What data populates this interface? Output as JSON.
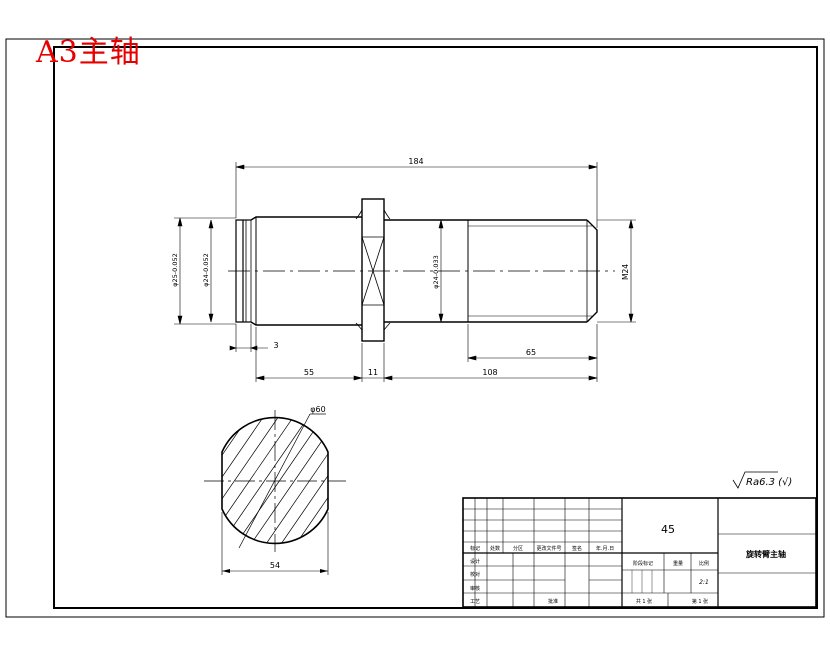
{
  "stamp": {
    "label": "A3主轴",
    "color": "#e60000"
  },
  "dimensions": {
    "overall_length": "184",
    "collar_offset": "3",
    "len_55": "55",
    "len_11": "11",
    "len_108": "108",
    "thread_length": "65",
    "dia_left_outer": "φ25-0.052",
    "dia_left_inner": "φ24-0.052",
    "dia_mid": "φ24-0.033",
    "thread": "M24",
    "section_dia": "φ60",
    "section_flat": "54"
  },
  "surface_finish": "Ra6.3 (√)",
  "title_block": {
    "material": "45",
    "part_name": "旋转臂主轴",
    "row_headers": [
      "标记",
      "处数",
      "分区",
      "更改文件号",
      "签名",
      "年.月.日"
    ],
    "left_rows": [
      "设计",
      "校对",
      "审核",
      "工艺"
    ],
    "approve": "批准",
    "stage_label": "阶段标记",
    "weight_label": "重量",
    "scale_label": "比例",
    "scale_value": "2:1",
    "sheets_total": "共 1 张",
    "sheet_no": "第 1 张"
  },
  "colors": {
    "line": "#000000",
    "stamp": "#e60000"
  }
}
